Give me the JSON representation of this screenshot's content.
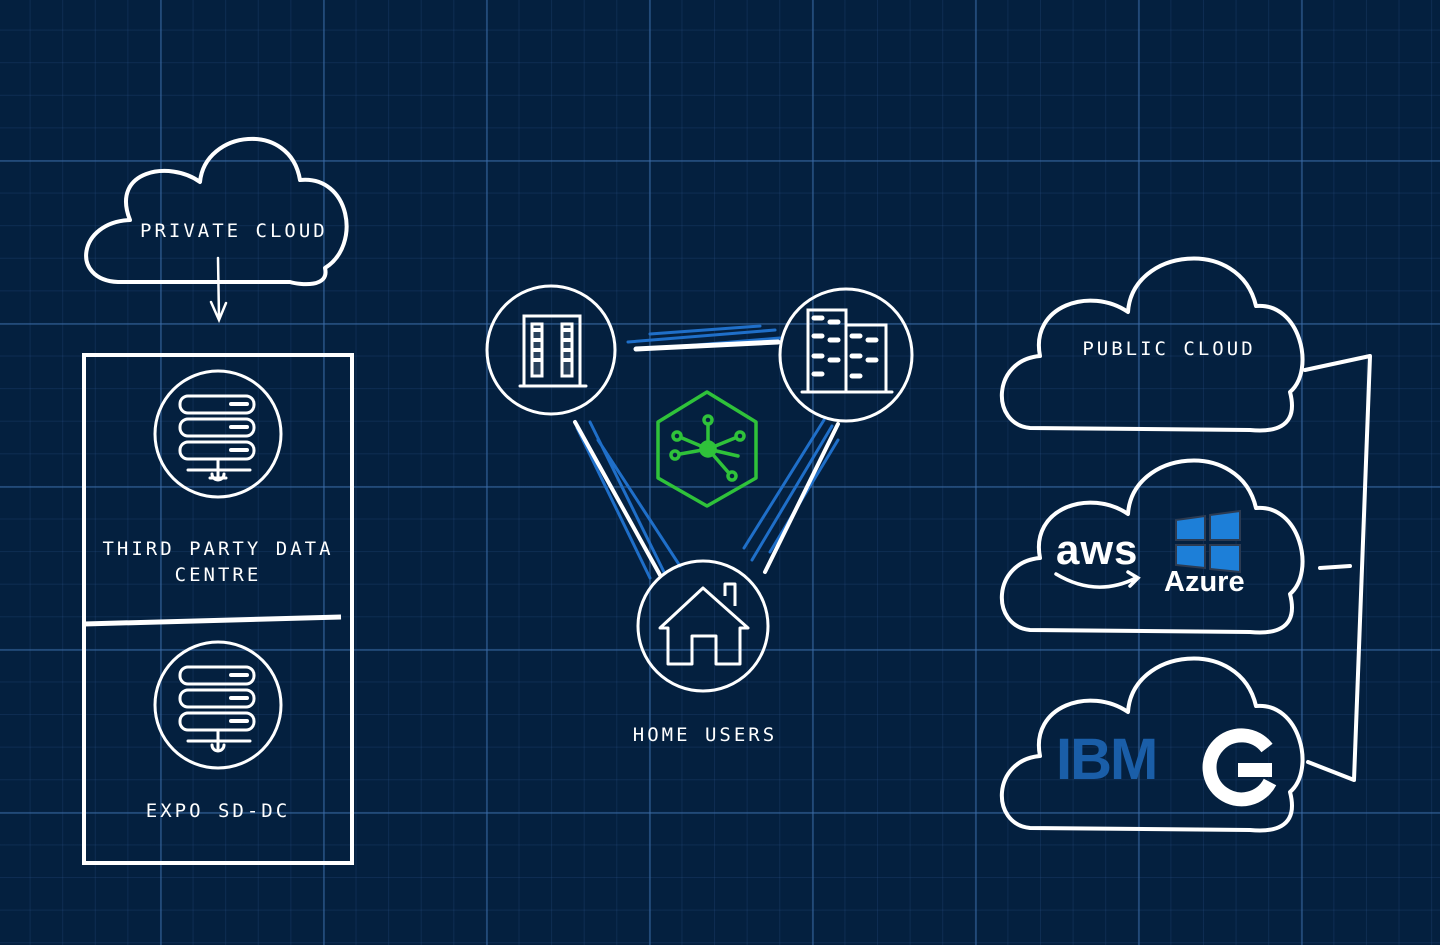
{
  "private_cloud": {
    "label": "PRIVATE CLOUD"
  },
  "datacentre_box": {
    "third_party_label_line1": "THIRD PARTY DATA",
    "third_party_label_line2": "CENTRE",
    "expo_label": "EXPO SD-DC"
  },
  "network": {
    "home_users_label": "HOME USERS"
  },
  "public_clouds": {
    "label": "PUBLIC CLOUD",
    "providers": {
      "aws": "aws",
      "azure": "Azure",
      "ibm": "IBM",
      "google": "G"
    }
  },
  "colors": {
    "background": "#04203f",
    "stroke": "#ffffff",
    "accent_blue": "#1f6fc9",
    "hub_green": "#2fc23a",
    "ibm_blue": "#1a5ea8",
    "azure_blue": "#1d7fd8"
  },
  "icons": {
    "server": "server-rack-icon",
    "building_small": "office-building-icon",
    "building_large": "city-buildings-icon",
    "house": "house-icon",
    "hub": "hexagon-hub-icon"
  }
}
